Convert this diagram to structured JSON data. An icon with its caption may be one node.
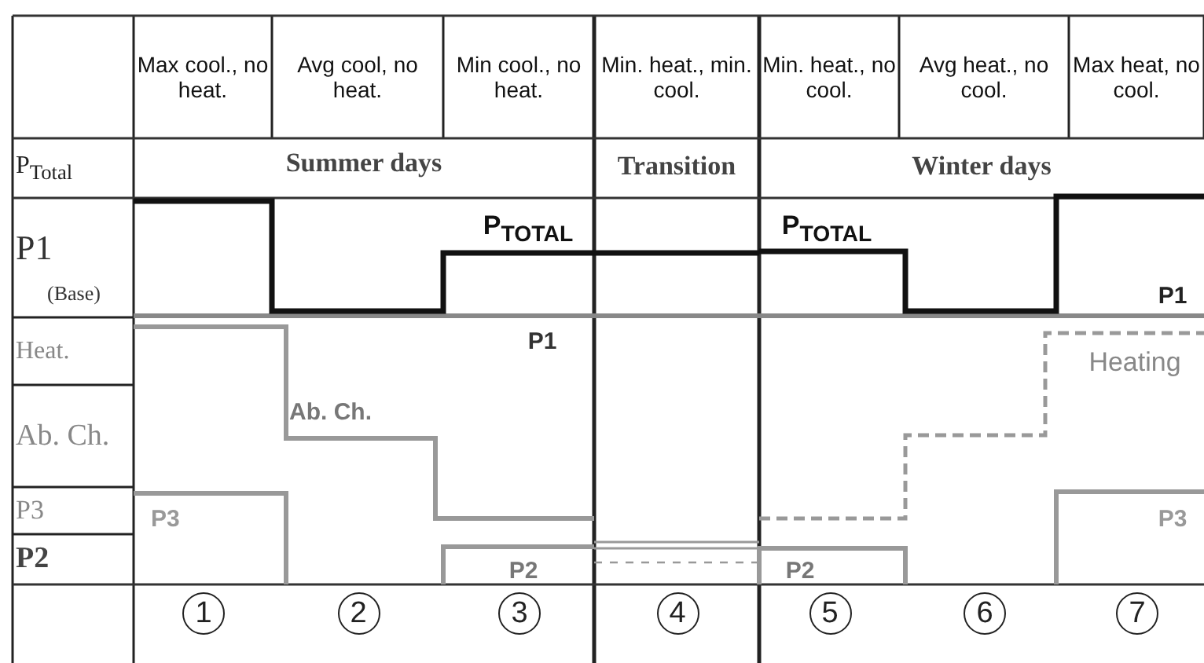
{
  "diagram": {
    "nodes": [
      {
        "text": [
          "1"
        ]
      },
      {
        "text": [
          "2"
        ]
      },
      {
        "text": [
          "3"
        ]
      },
      {
        "text": [
          "4"
        ]
      },
      {
        "text": [
          "5"
        ]
      },
      {
        "text": [
          "6"
        ]
      },
      {
        "text": [
          "7"
        ]
      }
    ],
    "labels": [
      "Max cool., no heat.",
      "Avg cool, no heat.",
      "Min cool., no heat.",
      "Min. heat., min. cool.",
      "Min. heat., no cool.",
      "Avg heat., no cool.",
      "Max heat, no cool.",
      "P$_{Total}$",
      "Summer days",
      "Transition",
      "Winter days",
      "P1",
      "(Base)",
      "Heat.",
      "Ab. Ch.",
      "P3",
      "P2",
      "P$_{TOTAL}$",
      "P$_{TOTAL}$",
      "P1",
      "P1",
      "Heating",
      "Ab. Ch.",
      "P3",
      "P3",
      "P2",
      "P2"
    ]
  }
}
